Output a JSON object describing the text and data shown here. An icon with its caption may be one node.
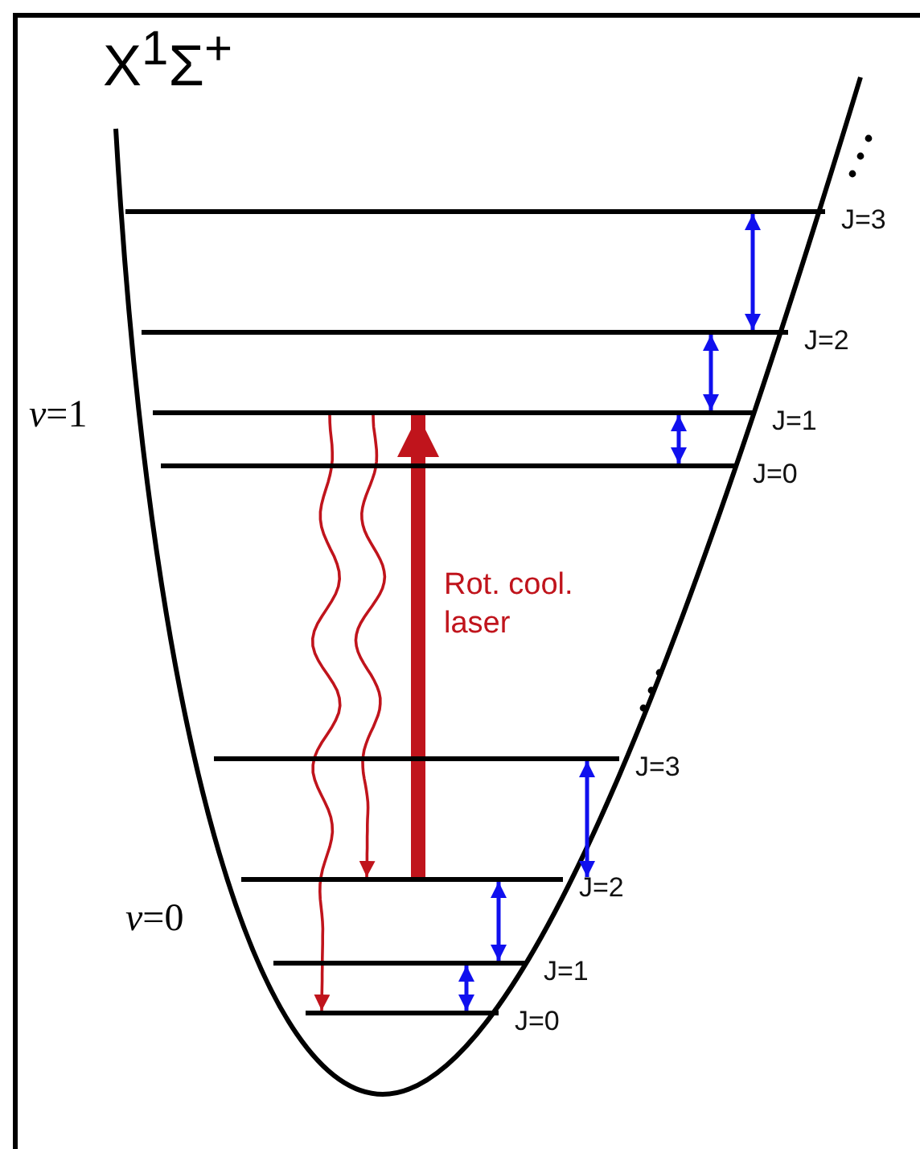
{
  "diagram": {
    "nodes": [
      {
        "text": [
          "J=3"
        ]
      },
      {
        "text": [
          "J=2"
        ]
      },
      {
        "text": [
          "J=1"
        ]
      },
      {
        "text": [
          "J=0"
        ]
      },
      {
        "text": [
          "J=3"
        ]
      },
      {
        "text": [
          "J=2"
        ]
      },
      {
        "text": [
          "J=1"
        ]
      },
      {
        "text": [
          "J=0"
        ]
      }
    ],
    "edges": [
      {
        "from": 0,
        "to": 1,
        "arrow": "both"
      },
      {
        "from": 1,
        "to": 2,
        "arrow": "both"
      },
      {
        "from": 2,
        "to": 3,
        "arrow": "both"
      },
      {
        "from": 4,
        "to": 5,
        "arrow": "both"
      },
      {
        "from": 5,
        "to": 6,
        "arrow": "both"
      },
      {
        "from": 6,
        "to": 7,
        "arrow": "both"
      },
      {
        "from": 5,
        "to": 2,
        "arrow": "to",
        "label": "Rot. cool. laser",
        "style": "thick",
        "color": "#c0141c"
      },
      {
        "from": 2,
        "to": 7,
        "arrow": "to",
        "color": "#c0141c"
      },
      {
        "from": 2,
        "to": 5,
        "arrow": "to",
        "color": "#c0141c"
      }
    ],
    "labels": [
      "X$^{1}$Σ$^{+}$",
      "*v*=1",
      "*v*=0"
    ]
  }
}
